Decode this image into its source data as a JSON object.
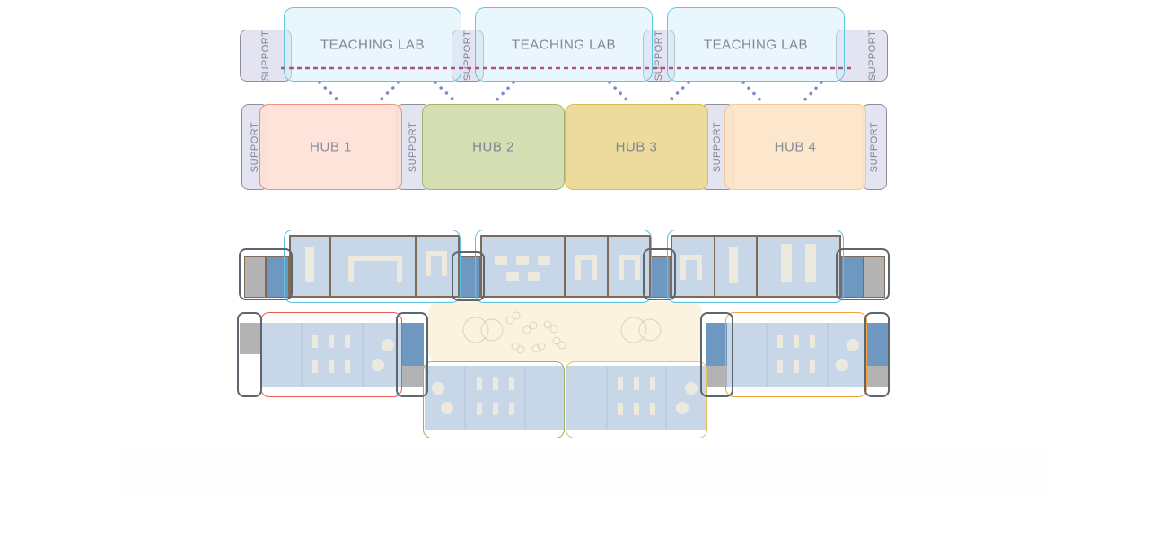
{
  "diagram": {
    "teaching_labs": [
      {
        "label": "TEACHING LAB"
      },
      {
        "label": "TEACHING LAB"
      },
      {
        "label": "TEACHING LAB"
      }
    ],
    "lab_supports": [
      {
        "label": "SUPPORT"
      },
      {
        "label": "SUPPORT"
      },
      {
        "label": "SUPPORT"
      },
      {
        "label": "SUPPORT"
      }
    ],
    "hubs": [
      {
        "label": "HUB 1",
        "fill": "#fde1d6",
        "stroke": "#ef8a75"
      },
      {
        "label": "HUB 2",
        "fill": "#d6deb3",
        "stroke": "#a2b567"
      },
      {
        "label": "HUB 3",
        "fill": "#eddb9e",
        "stroke": "#d7bf58"
      },
      {
        "label": "HUB 4",
        "fill": "#fde5c8",
        "stroke": "#f3c68e"
      }
    ],
    "hub_supports": [
      {
        "label": "SUPPORT"
      },
      {
        "label": "SUPPORT"
      },
      {
        "label": "SUPPORT"
      },
      {
        "label": "SUPPORT"
      }
    ],
    "colors": {
      "lab_stroke": "#62c6e0",
      "lab_fill": "#d7f1fa",
      "support_fill": "#dedeee",
      "connector_dots": "#8a86c8",
      "corridor_dashes": "#b0507c"
    }
  }
}
